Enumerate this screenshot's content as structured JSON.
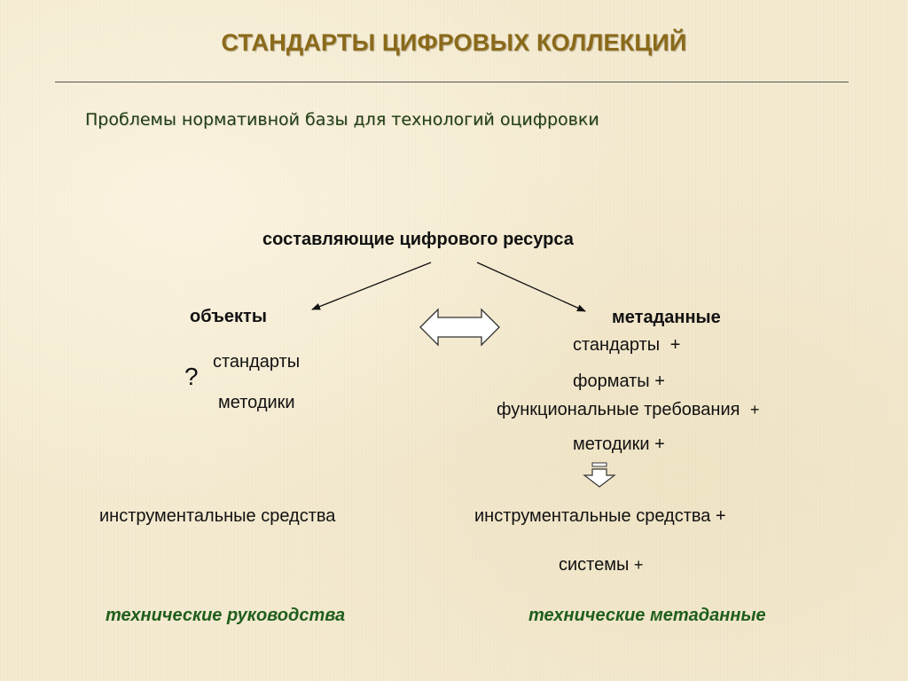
{
  "slide": {
    "title": "СТАНДАРТЫ ЦИФРОВЫХ КОЛЛЕКЦИЙ",
    "subtitle": "Проблемы нормативной базы для технологий оцифровки"
  },
  "diagram": {
    "root": "составляющие цифрового ресурса",
    "left": {
      "heading": "объекты",
      "question_mark": "?",
      "items": [
        "стандарты",
        "методики"
      ],
      "tools": "инструментальные средства",
      "result": "технические руководства"
    },
    "right": {
      "heading": "метаданные",
      "items": [
        {
          "label": "стандарты",
          "mark": "+"
        },
        {
          "label": "форматы",
          "mark": "+"
        },
        {
          "label": "функциональные требования",
          "mark": "+"
        },
        {
          "label": "методики",
          "mark": "+"
        }
      ],
      "tools": {
        "label": "инструментальные средства",
        "mark": "+"
      },
      "systems": {
        "label": "системы",
        "mark": "+"
      },
      "result": "технические метаданные"
    }
  },
  "colors": {
    "title": "#8a6a1a",
    "subtitle": "#1e3d14",
    "result_text": "#1f5e1c",
    "background": "#f4ead0"
  }
}
